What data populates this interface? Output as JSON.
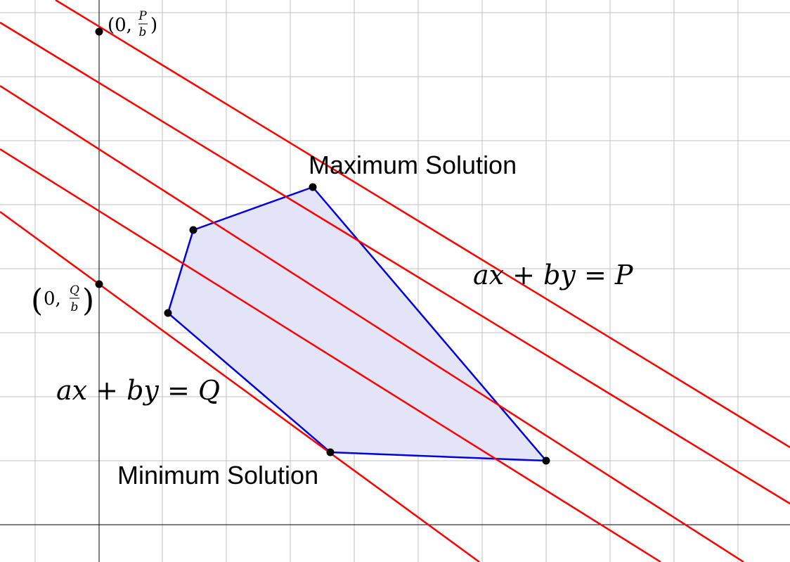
{
  "colors": {
    "background": "#ffffff",
    "grid": "#c0c0c0",
    "axis": "#000000",
    "constraint_lines": "#ff0000",
    "polygon_edge": "#0000e0",
    "polygon_fill": "#e4e4f8",
    "points": "#000000"
  },
  "labels": {
    "max_solution": "Maximum Solution",
    "min_solution": "Minimum Solution",
    "line_p": "ax + by = P",
    "line_q": "ax + by = Q",
    "point_p_prefix": "(0,",
    "point_p_num": "P",
    "point_p_den": "b",
    "point_p_suffix": ")",
    "point_q_prefix": "(0,",
    "point_q_num": "Q",
    "point_q_den": "b",
    "point_q_suffix": ")"
  }
}
